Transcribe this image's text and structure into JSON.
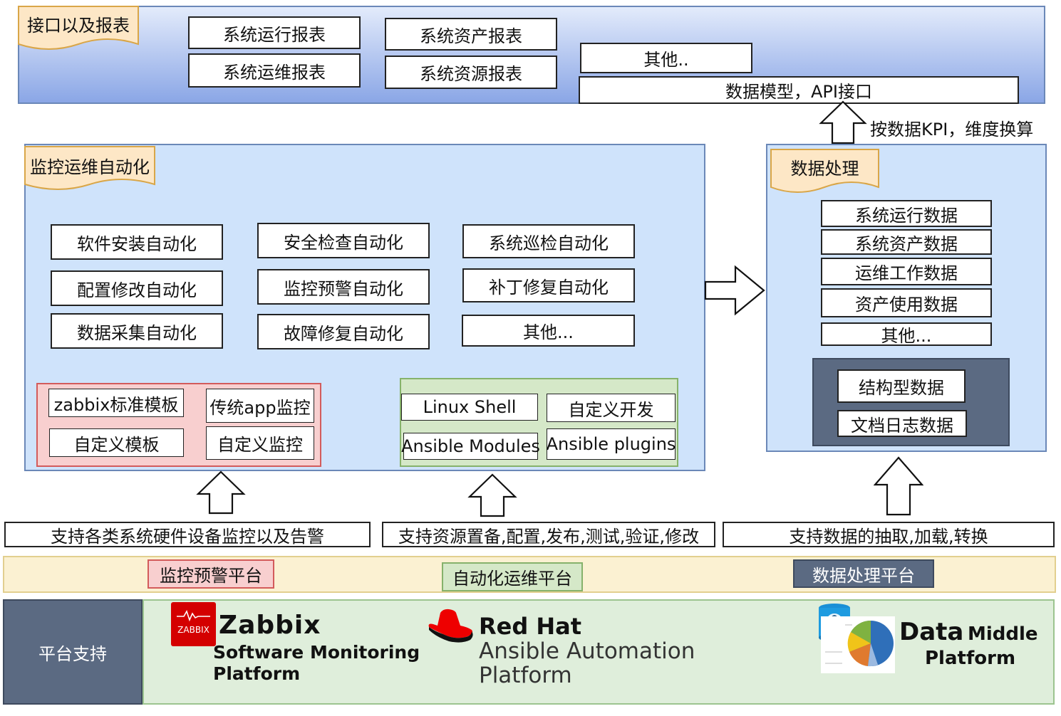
{
  "colors": {
    "top_gradient_start": "#e3ebfb",
    "top_gradient_end": "#8aa6e6",
    "panel_blue": "#cfe3fb",
    "panel_border": "#6b88b8",
    "tag_fill": "#fde7c6",
    "tag_border": "#d9a648",
    "pink_fill": "#f8cfcf",
    "pink_border": "#d35b5b",
    "green_fill": "#d5e8c8",
    "green_border": "#86b26b",
    "slate": "#5b6a82",
    "slate_border": "#3e4a5e",
    "platform_band": "#fbf1d2",
    "platform_band_border": "#e2cf8f",
    "bottom_green": "#dfeedb",
    "bottom_green_border": "#9cc48f",
    "redhat_red": "#ee0000",
    "zabbix_red": "#d40000"
  },
  "top_section": {
    "tag": "接口以及报表",
    "reports": [
      "系统运行报表",
      "系统运维报表",
      "系统资产报表",
      "系统资源报表"
    ],
    "other": "其他..",
    "api": "数据模型，API接口"
  },
  "kpi_arrow_label": "按数据KPI，维度换算",
  "automation": {
    "tag": "监控运维自动化",
    "items": [
      "软件安装自动化",
      "配置修改自动化",
      "数据采集自动化",
      "安全检查自动化",
      "监控预警自动化",
      "故障修复自动化",
      "系统巡检自动化",
      "补丁修复自动化",
      "其他..."
    ],
    "monitor_items": [
      "zabbix标准模板",
      "传统app监控",
      "自定义模板",
      "自定义监控"
    ],
    "ansible_items": [
      "Linux Shell",
      "自定义开发",
      "Ansible Modules",
      "Ansible plugins"
    ]
  },
  "data_processing": {
    "tag": "数据处理",
    "items": [
      "系统运行数据",
      "系统资产数据",
      "运维工作数据",
      "资产使用数据",
      "其他..."
    ],
    "inner_items": [
      "结构型数据",
      "文档日志数据"
    ]
  },
  "support": {
    "monitor": "支持各类系统硬件设备监控以及告警",
    "automation": "支持资源置备,配置,发布,测试,验证,修改",
    "data": "支持数据的抽取,加载,转换"
  },
  "platforms": {
    "monitor": "监控预警平台",
    "automation": "自动化运维平台",
    "data": "数据处理平台"
  },
  "bottom": {
    "label": "平台支持",
    "zabbix_icon_text": "ZABBIX",
    "zabbix_title": "Zabbix",
    "zabbix_sub1": "Software Monitoring",
    "zabbix_sub2": "Platform",
    "redhat_title": "Red Hat",
    "redhat_sub1": "Ansible Automation",
    "redhat_sub2": "Platform",
    "data_word": "Data",
    "data_middle": "Middle",
    "data_platform": "Platform"
  }
}
